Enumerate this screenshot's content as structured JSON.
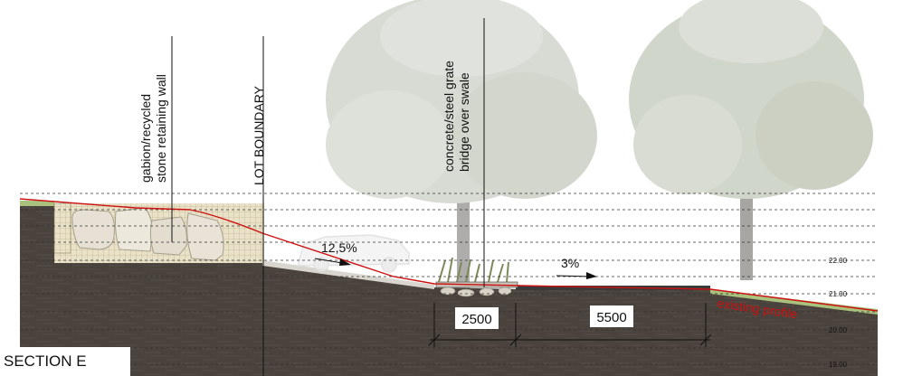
{
  "annotations": {
    "gabion_line1": "gabion/recycled",
    "gabion_line2": "stone retaining wall",
    "lot_boundary": "LOT BOUNDARY",
    "bridge_line1": "concrete/steel grate",
    "bridge_line2": "bridge over swale",
    "slope_left": "12,5%",
    "slope_right": "3%",
    "existing_profile": "existing profile"
  },
  "dimensions": {
    "swale_width": "2500",
    "path_width": "5500"
  },
  "levels": [
    "22.00",
    "21.00",
    "20.00",
    "19.00"
  ],
  "section_title": "SECTION E",
  "colors": {
    "ground": "#4a423c",
    "profile_line": "#cc1111",
    "tree_foliage": "#b9bfb2",
    "grass": "#a9c27d",
    "path": "#d9d6cf",
    "asphalt": "#3a3a3a"
  }
}
